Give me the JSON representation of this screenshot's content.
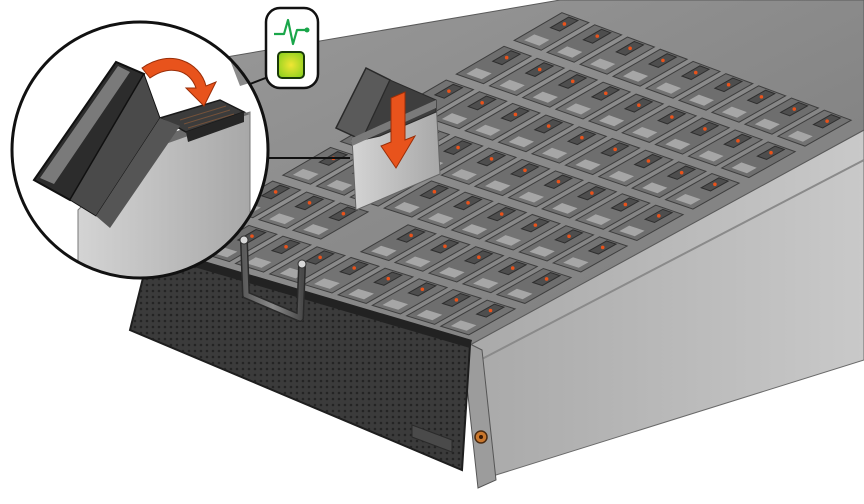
{
  "figure": {
    "subject": "drive-enclosure-install-illustration",
    "elements": {
      "chassis": "drive-enclosure-chassis",
      "front_bezel": "front-bezel-grille",
      "handle": "chassis-handle",
      "drive_bay_grid": "drive-bays",
      "drive_being_inserted": "drive-carrier",
      "insert_direction": "down-arrow-icon",
      "latch_motion": "curved-arrow-icon",
      "detail_callout": "magnified-latch-detail",
      "activity_indicator": "heartbeat-icon",
      "status_led": "status-led"
    },
    "colors": {
      "arrow": "#e8531c",
      "led_green": "#8fd11f",
      "led_yellow": "#f0e634",
      "heartbeat": "#1aa64a",
      "chassis_top": "#8c8c8c",
      "chassis_side": "#b9b9b9",
      "bezel": "#3a3a3a"
    },
    "grid": {
      "rows": 9,
      "cols": 7
    }
  }
}
